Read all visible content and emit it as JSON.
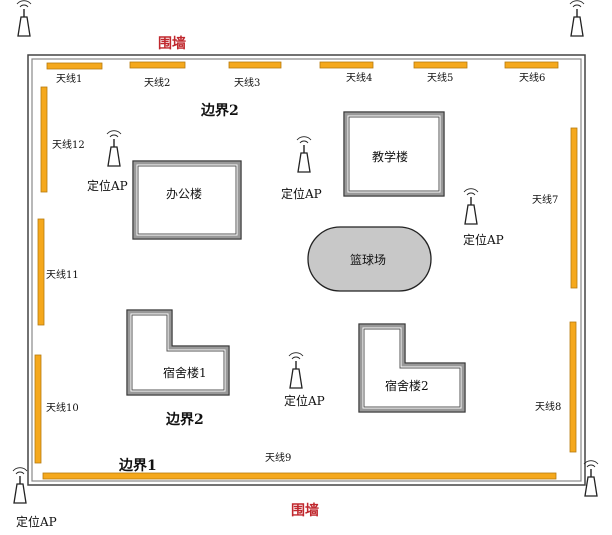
{
  "wall_label": "围墙",
  "boundary1": "边界1",
  "boundary2": "边界2",
  "ap_label": "定位AP",
  "buildings": {
    "office": "办公楼",
    "teaching": "教学楼",
    "court": "篮球场",
    "dorm1": "宿舍楼1",
    "dorm2": "宿舍楼2"
  },
  "antennas": [
    "天线1",
    "天线2",
    "天线3",
    "天线4",
    "天线5",
    "天线6",
    "天线7",
    "天线8",
    "天线9",
    "天线10",
    "天线11",
    "天线12"
  ],
  "colors": {
    "antenna": "#f5a81c",
    "wall": "#c0282e",
    "court": "#c8c8c8"
  }
}
